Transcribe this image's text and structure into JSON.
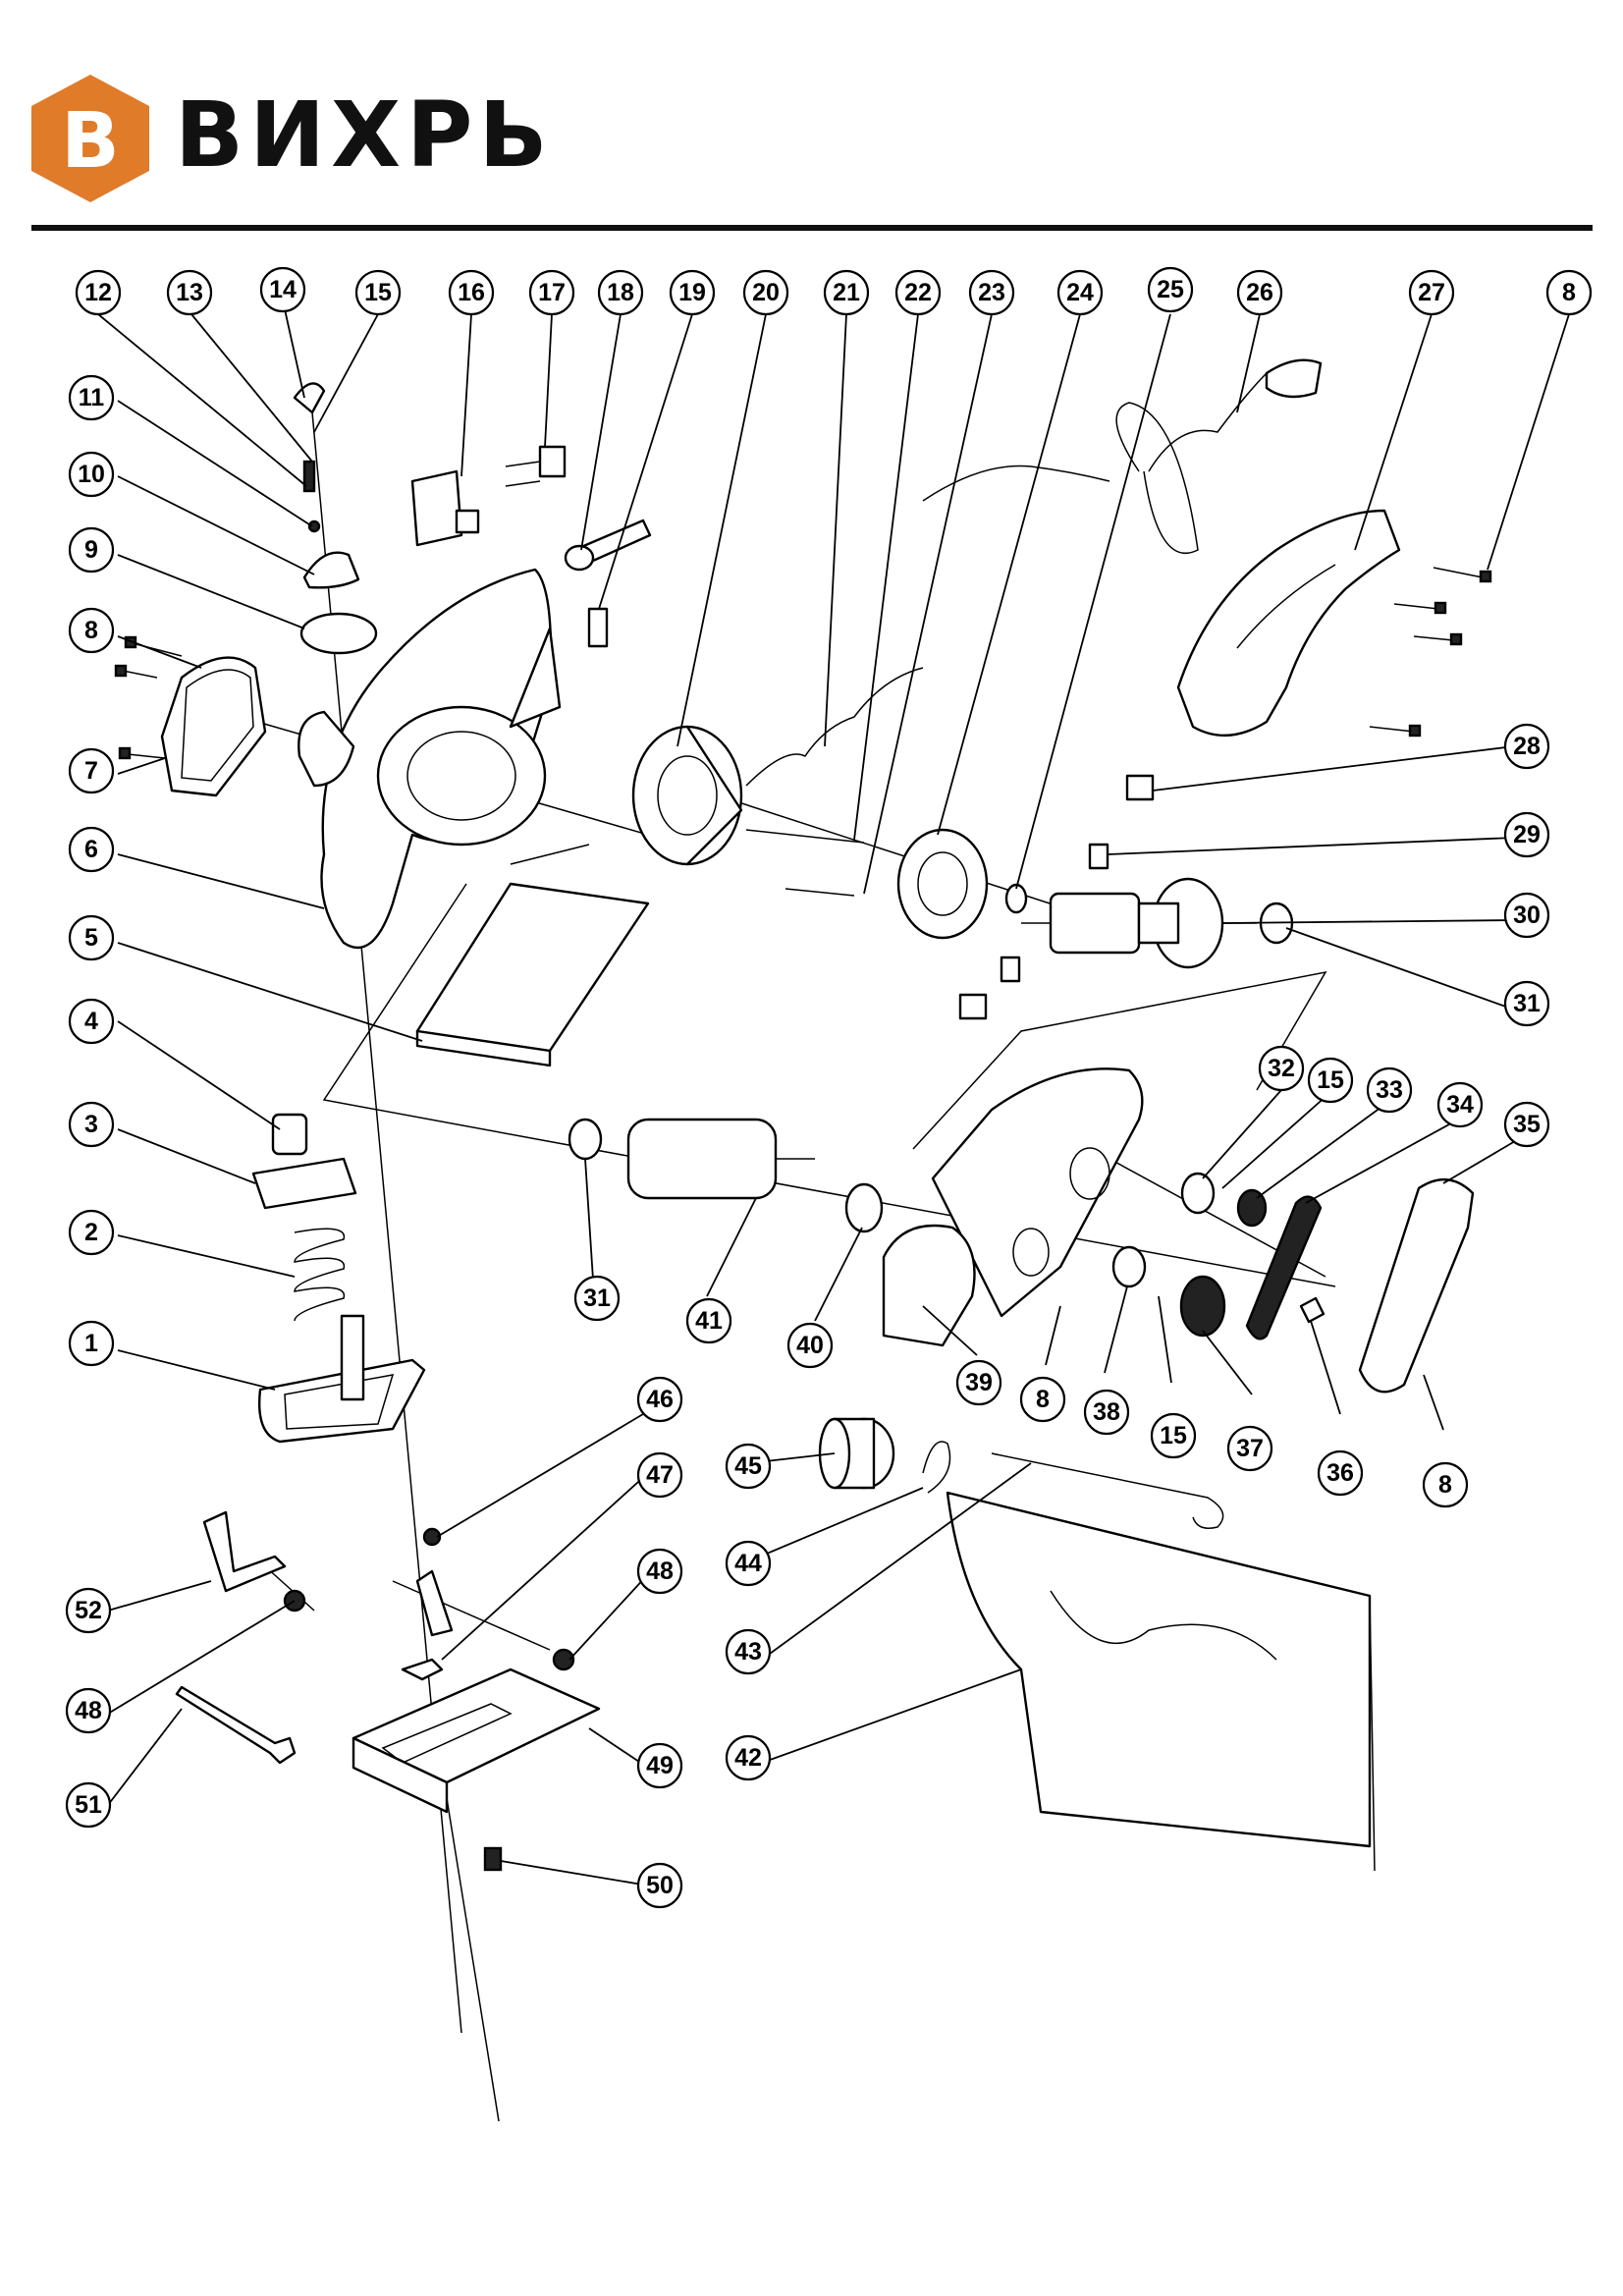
{
  "brand": {
    "logo_letter": "В",
    "name": "ВИХРЬ",
    "accent_color": "#e07b2a"
  },
  "callouts": [
    {
      "id": "c1",
      "label": "1"
    },
    {
      "id": "c2",
      "label": "2"
    },
    {
      "id": "c3",
      "label": "3"
    },
    {
      "id": "c4",
      "label": "4"
    },
    {
      "id": "c5",
      "label": "5"
    },
    {
      "id": "c6",
      "label": "6"
    },
    {
      "id": "c7",
      "label": "7"
    },
    {
      "id": "c8a",
      "label": "8"
    },
    {
      "id": "c9",
      "label": "9"
    },
    {
      "id": "c10",
      "label": "10"
    },
    {
      "id": "c11",
      "label": "11"
    },
    {
      "id": "c12",
      "label": "12"
    },
    {
      "id": "c13",
      "label": "13"
    },
    {
      "id": "c14",
      "label": "14"
    },
    {
      "id": "c15a",
      "label": "15"
    },
    {
      "id": "c16",
      "label": "16"
    },
    {
      "id": "c17",
      "label": "17"
    },
    {
      "id": "c18",
      "label": "18"
    },
    {
      "id": "c19",
      "label": "19"
    },
    {
      "id": "c20",
      "label": "20"
    },
    {
      "id": "c21",
      "label": "21"
    },
    {
      "id": "c22",
      "label": "22"
    },
    {
      "id": "c23",
      "label": "23"
    },
    {
      "id": "c24",
      "label": "24"
    },
    {
      "id": "c25",
      "label": "25"
    },
    {
      "id": "c26",
      "label": "26"
    },
    {
      "id": "c27",
      "label": "27"
    },
    {
      "id": "c8b",
      "label": "8"
    },
    {
      "id": "c28",
      "label": "28"
    },
    {
      "id": "c29",
      "label": "29"
    },
    {
      "id": "c30",
      "label": "30"
    },
    {
      "id": "c31a",
      "label": "31"
    },
    {
      "id": "c32",
      "label": "32"
    },
    {
      "id": "c15b",
      "label": "15"
    },
    {
      "id": "c33",
      "label": "33"
    },
    {
      "id": "c34",
      "label": "34"
    },
    {
      "id": "c35",
      "label": "35"
    },
    {
      "id": "c31b",
      "label": "31"
    },
    {
      "id": "c41",
      "label": "41"
    },
    {
      "id": "c40",
      "label": "40"
    },
    {
      "id": "c39",
      "label": "39"
    },
    {
      "id": "c8c",
      "label": "8"
    },
    {
      "id": "c38",
      "label": "38"
    },
    {
      "id": "c15c",
      "label": "15"
    },
    {
      "id": "c37",
      "label": "37"
    },
    {
      "id": "c36",
      "label": "36"
    },
    {
      "id": "c8d",
      "label": "8"
    },
    {
      "id": "c46",
      "label": "46"
    },
    {
      "id": "c47",
      "label": "47"
    },
    {
      "id": "c48a",
      "label": "48"
    },
    {
      "id": "c45",
      "label": "45"
    },
    {
      "id": "c44",
      "label": "44"
    },
    {
      "id": "c43",
      "label": "43"
    },
    {
      "id": "c42",
      "label": "42"
    },
    {
      "id": "c52",
      "label": "52"
    },
    {
      "id": "c48b",
      "label": "48"
    },
    {
      "id": "c51",
      "label": "51"
    },
    {
      "id": "c49",
      "label": "49"
    },
    {
      "id": "c50",
      "label": "50"
    }
  ]
}
